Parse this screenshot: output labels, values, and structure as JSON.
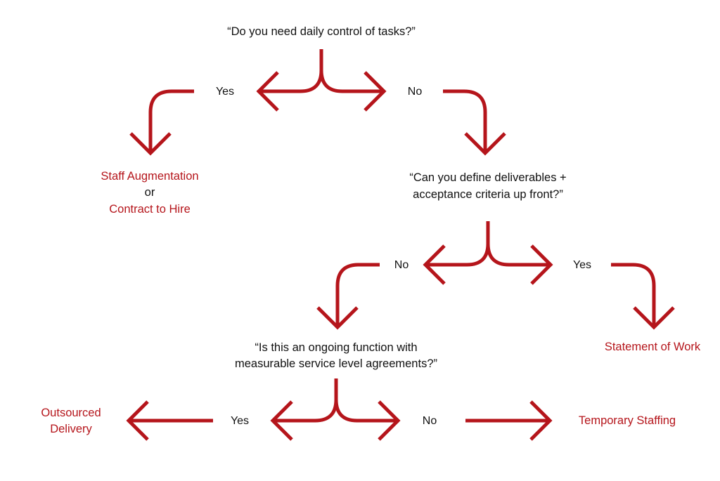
{
  "colors": {
    "accent": "#b5151b",
    "text": "#111111",
    "background": "#ffffff"
  },
  "questions": {
    "q1": "“Do you need daily control of tasks?”",
    "q2_line1": "“Can you define deliverables +",
    "q2_line2": "acceptance criteria up front?”",
    "q3_line1": "“Is this an ongoing function with",
    "q3_line2": "measurable service level agreements?”"
  },
  "branches": {
    "q1_yes": "Yes",
    "q1_no": "No",
    "q2_no": "No",
    "q2_yes": "Yes",
    "q3_yes": "Yes",
    "q3_no": "No"
  },
  "outcomes": {
    "staff_augmentation": "Staff Augmentation",
    "or": "or",
    "contract_to_hire": "Contract to Hire",
    "statement_of_work": "Statement of Work",
    "outsourced_line1": "Outsourced",
    "outsourced_line2": "Delivery",
    "temporary_staffing": "Temporary Staffing"
  }
}
